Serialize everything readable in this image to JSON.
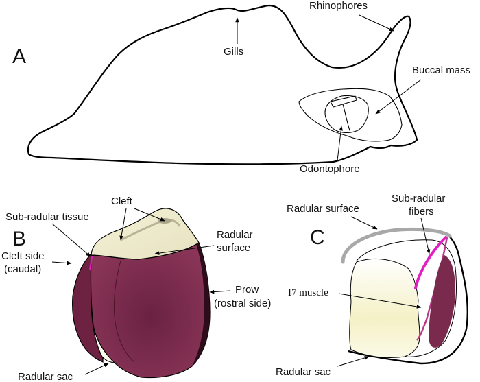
{
  "panel_a": {
    "letter": "A",
    "labels": {
      "gills": "Gills",
      "rhinophores": "Rhinophores",
      "buccal_mass": "Buccal mass",
      "odontophore": "Odontophore"
    }
  },
  "panel_b": {
    "letter": "B",
    "labels": {
      "cleft": "Cleft",
      "sub_radular_tissue": "Sub-radular tissue",
      "radular_surface_line1": "Radular",
      "radular_surface_line2": "surface",
      "cleft_side_line1": "Cleft side",
      "cleft_side_line2": "(caudal)",
      "prow_line1": "Prow",
      "prow_line2": "(rostral side)",
      "radular_sac": "Radular sac"
    }
  },
  "panel_c": {
    "letter": "C",
    "labels": {
      "radular_surface": "Radular surface",
      "sub_radular_fibers_line1": "Sub-radular",
      "sub_radular_fibers_line2": "fibers",
      "i7_muscle": "I7 muscle",
      "radular_sac": "Radular sac"
    }
  },
  "colors": {
    "muscle": "#7a2a4c",
    "muscle_dark": "#4e1830",
    "sac": "#f3f0c8",
    "fibers": "#e020c0",
    "radular_surface": "#a8a8a8"
  }
}
